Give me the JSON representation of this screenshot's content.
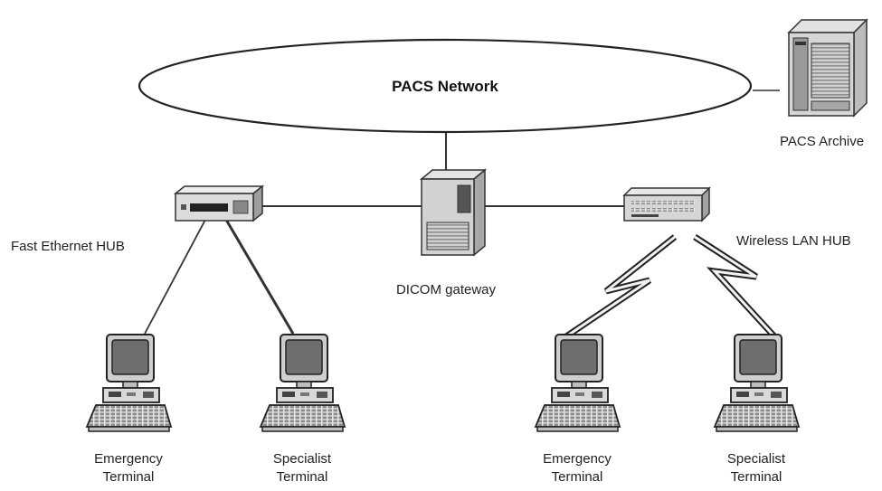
{
  "network": {
    "title": "PACS Network"
  },
  "archive": {
    "label": "PACS Archive"
  },
  "gateway": {
    "label": "DICOM gateway"
  },
  "fast_hub": {
    "label": "Fast Ethernet HUB"
  },
  "wireless_hub": {
    "label": "Wireless LAN HUB"
  },
  "terminals": [
    {
      "line1": "Emergency",
      "line2": "Terminal"
    },
    {
      "line1": "Specialist",
      "line2": "Terminal"
    },
    {
      "line1": "Emergency",
      "line2": "Terminal"
    },
    {
      "line1": "Specialist",
      "line2": "Terminal"
    }
  ],
  "colors": {
    "line": "#333333",
    "device": "#dcdcdc",
    "screen": "#6e6e6e"
  }
}
